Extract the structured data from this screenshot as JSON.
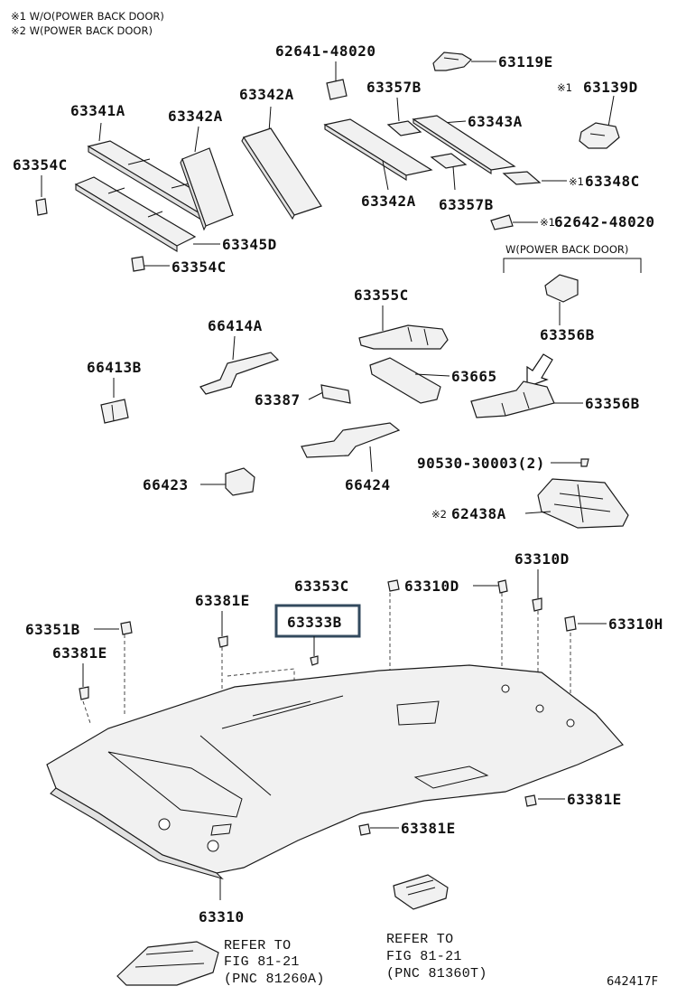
{
  "notes": {
    "note1": "※1 W/O(POWER BACK DOOR)",
    "note2": "※2 W(POWER BACK DOOR)"
  },
  "labels": {
    "p62641": "62641-48020",
    "p63119E": "63119E",
    "p63139D": "63139D",
    "p63341A": "63341A",
    "p63342A_1": "63342A",
    "p63342A_2": "63342A",
    "p63357B_1": "63357B",
    "p63343A": "63343A",
    "p63354C_1": "63354C",
    "p63348C": "63348C",
    "p63342A_3": "63342A",
    "p63357B_2": "63357B",
    "p62642": "62642-48020",
    "p63345D": "63345D",
    "p63354C_2": "63354C",
    "p63355C": "63355C",
    "p63356B_1": "63356B",
    "p66414A": "66414A",
    "p66413B": "66413B",
    "p63665": "63665",
    "p63387": "63387",
    "p63356B_2": "63356B",
    "p90530": "90530-30003(2)",
    "p66423": "66423",
    "p66424": "66424",
    "p62438A": "62438A",
    "p63310D": "63310D",
    "p63353C": "63353C",
    "p63310D_b": "63310D",
    "p63381E_1": "63381E",
    "p63333B": "63333B",
    "p63310H": "63310H",
    "p63351B": "63351B",
    "p63381E_2": "63381E",
    "p63381E_3": "63381E",
    "p63381E_4": "63381E",
    "p63310": "63310"
  },
  "marks": {
    "m1a": "※1",
    "m1b": "※1",
    "m1c": "※1",
    "m2": "※2"
  },
  "w_power_back_door": "W(POWER BACK DOOR)",
  "refs": {
    "left": [
      "REFER TO",
      "FIG 81-21",
      "(PNC 81260A)"
    ],
    "right": [
      "REFER TO",
      "FIG 81-21",
      "(PNC 81360T)"
    ]
  },
  "figure_code": "642417F"
}
